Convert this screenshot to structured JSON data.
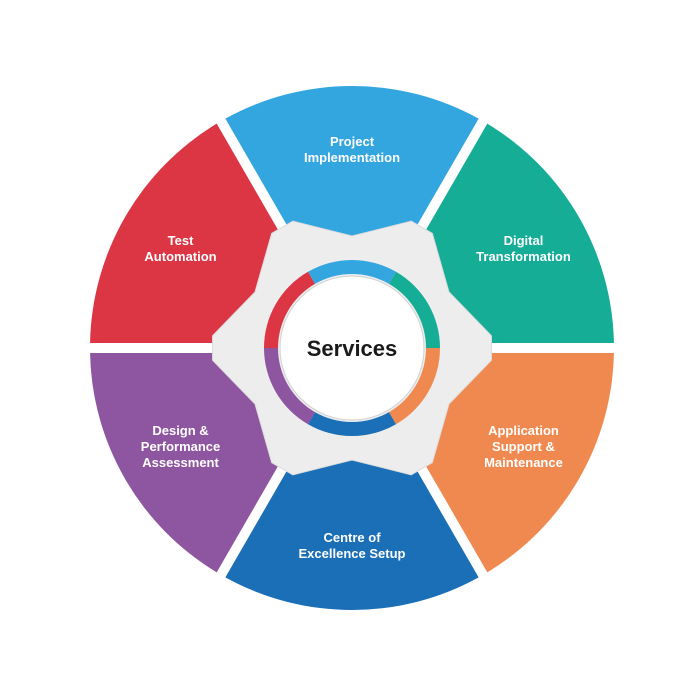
{
  "center": {
    "title": "Services"
  },
  "segments": [
    {
      "id": "project-implementation",
      "lines": [
        "Project",
        "Implementation"
      ],
      "color": "#33a6e0"
    },
    {
      "id": "digital-transformation",
      "lines": [
        "Digital",
        "Transformation"
      ],
      "color": "#16ad96"
    },
    {
      "id": "application-support",
      "lines": [
        "Application",
        "Support &",
        "Maintenance"
      ],
      "color": "#f0894f"
    },
    {
      "id": "centre-of-excellence",
      "lines": [
        "Centre of",
        "Excellence Setup"
      ],
      "color": "#1a6fb6"
    },
    {
      "id": "design-performance",
      "lines": [
        "Design &",
        "Performance",
        "Assessment"
      ],
      "color": "#8e55a0"
    },
    {
      "id": "test-automation",
      "lines": [
        "Test",
        "Automation"
      ],
      "color": "#dc3544"
    }
  ],
  "colors": {
    "gear": "#ededed",
    "center_fill": "#ffffff",
    "background": "#ffffff"
  }
}
